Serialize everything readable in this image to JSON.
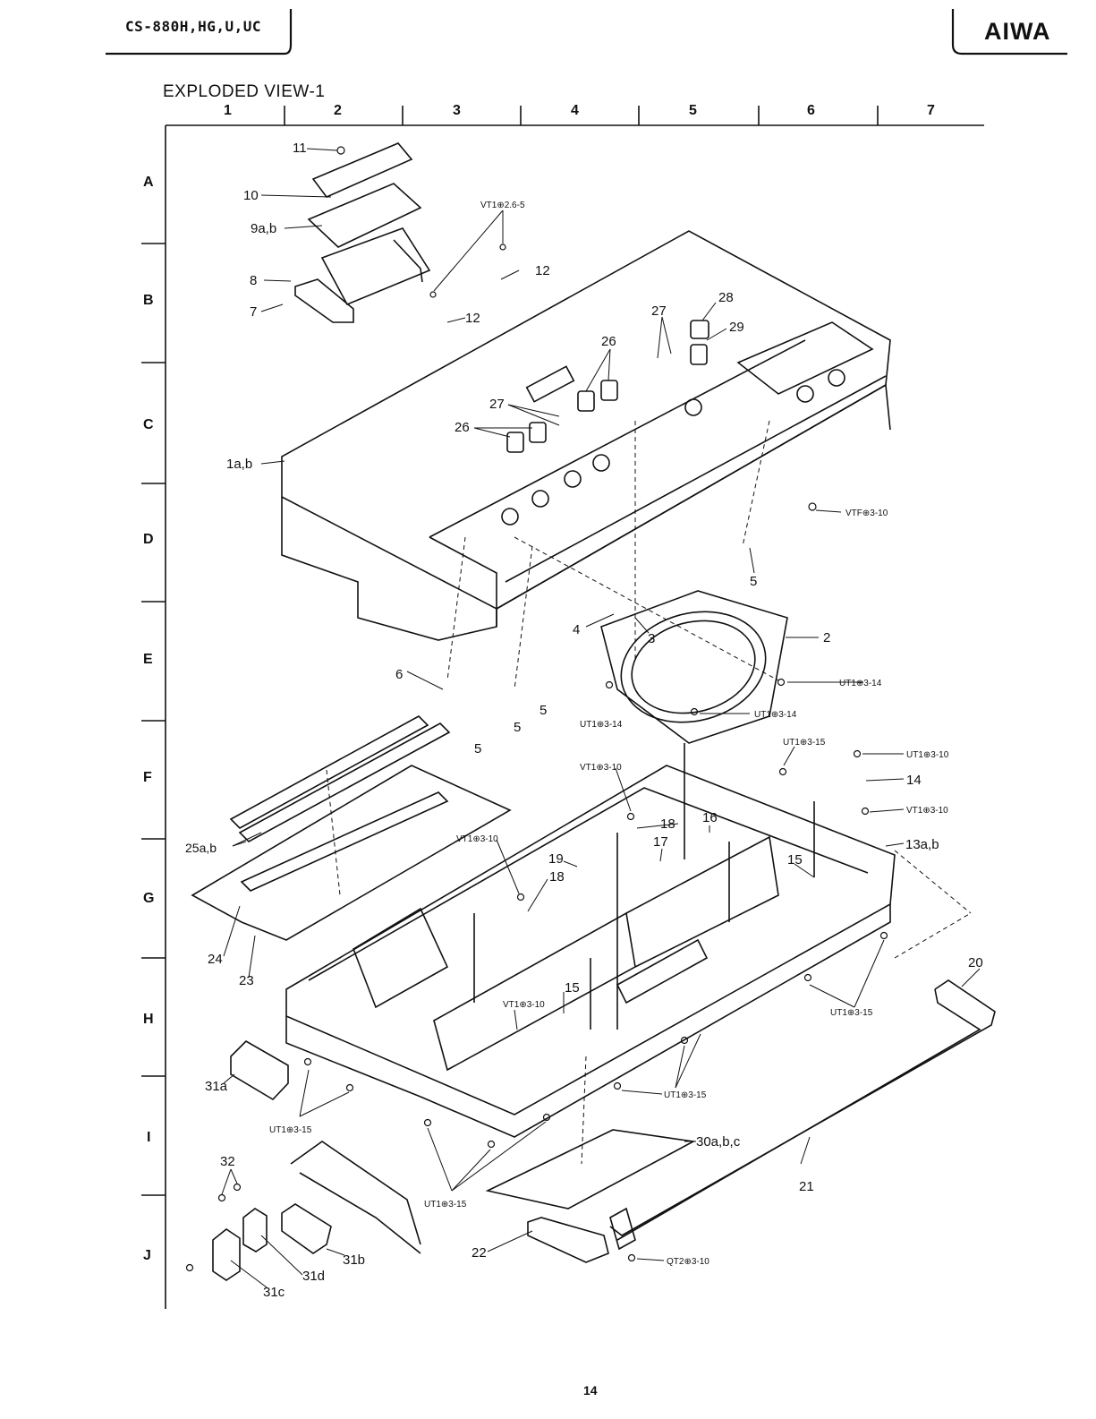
{
  "header": {
    "model": "CS-880H,HG,U,UC",
    "brand": "AIWA"
  },
  "section_title": "EXPLODED VIEW-1",
  "grid": {
    "columns": [
      "1",
      "2",
      "3",
      "4",
      "5",
      "6",
      "7"
    ],
    "rows": [
      "A",
      "B",
      "C",
      "D",
      "E",
      "F",
      "G",
      "H",
      "I",
      "J"
    ]
  },
  "callouts": [
    "11",
    "10",
    "9a,b",
    "8",
    "7",
    "VT1⊕2.6-5",
    "12",
    "12",
    "28",
    "29",
    "27",
    "26",
    "27",
    "26",
    "1a,b",
    "VTF⊕3-10",
    "5",
    "2",
    "4",
    "3",
    "6",
    "5",
    "5",
    "5",
    "UT1⊕3-14",
    "UT1⊕3-14",
    "UT1⊕3-14",
    "UT1⊕3-15",
    "UT1⊕3-10",
    "VT1⊕3-10",
    "14",
    "VT1⊕3-10",
    "18",
    "16",
    "13a,b",
    "VT1⊕3-10",
    "19",
    "17",
    "18",
    "15",
    "25a,b",
    "24",
    "23",
    "20",
    "15",
    "VT1⊕3-10",
    "UT1⊕3-15",
    "31a",
    "UT1⊕3-15",
    "UT1⊕3-15",
    "30a,b,c",
    "21",
    "UT1⊕3-15",
    "32",
    "22",
    "QT2⊕3-10",
    "31b",
    "31d",
    "31c"
  ],
  "page_number": "14"
}
